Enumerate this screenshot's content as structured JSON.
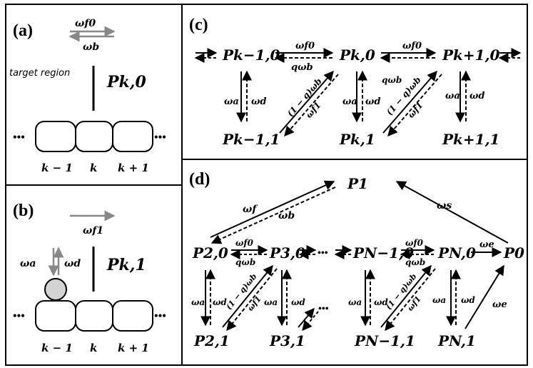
{
  "colors": {
    "ink": "#000000",
    "gray_arrow": "#888888",
    "bead": "#d3d3d3",
    "background": "#ffffff"
  },
  "panels": {
    "a": {
      "label": "(a)",
      "rate_forward": "ωf0",
      "rate_backward": "ωb",
      "note": "target region",
      "state": "Pk,0",
      "cells": [
        "k − 1",
        "k",
        "k + 1"
      ],
      "ellipsis": "•••"
    },
    "b": {
      "label": "(b)",
      "rate_forward": "ωf1",
      "rate_attach": "ωa",
      "rate_detach": "ωd",
      "state": "Pk,1",
      "cells": [
        "k − 1",
        "k",
        "k + 1"
      ],
      "ellipsis": "•••"
    },
    "c": {
      "label": "(c)",
      "top_states": [
        "Pk−1,0",
        "Pk,0",
        "Pk+1,0"
      ],
      "bottom_states": [
        "Pk−1,1",
        "Pk,1",
        "Pk+1,1"
      ],
      "rate_forward": "ωf0",
      "rate_backward": "qωb",
      "rate_attach": "ωa",
      "rate_detach": "ωd",
      "rate_diag_back": "(1 − q)ωb",
      "rate_diag_forward": "ωf1"
    },
    "d": {
      "label": "(d)",
      "top_state": "P1",
      "chain": [
        "P2,0",
        "P3,0",
        "PN−1,0",
        "PN,0",
        "P0"
      ],
      "bottom": [
        "P2,1",
        "P3,1",
        "PN−1,1",
        "PN,1"
      ],
      "dots": "•••",
      "rate_f": "ωf",
      "rate_b": "ωb",
      "rate_s": "ωs",
      "rate_e": "ωe",
      "rate_forward": "ωf0",
      "rate_backward": "qωb",
      "rate_attach": "ωa",
      "rate_detach": "ωd",
      "rate_diag_back": "(1 − q)ωb",
      "rate_diag_forward": "ωf1"
    }
  }
}
